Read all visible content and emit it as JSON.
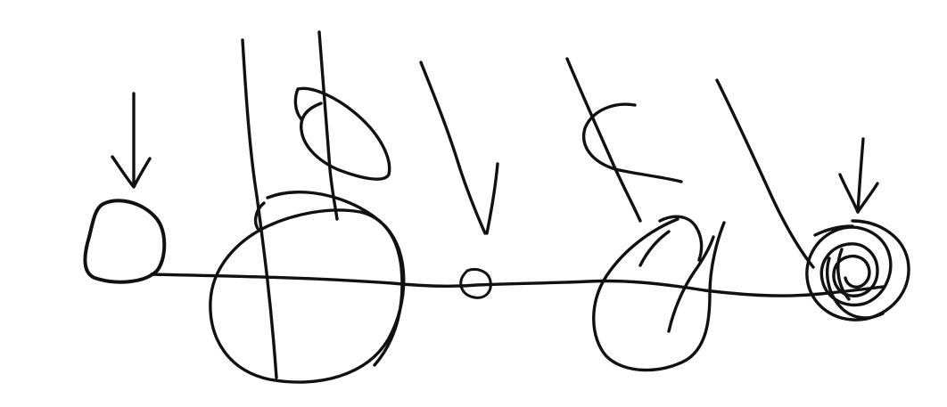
{
  "canvas": {
    "background_color": "#ffffff",
    "ink_color": "#111111",
    "description_kind": "freehand-ink-sketch"
  },
  "sketch": {
    "strokes": [
      {
        "name": "baseline-line"
      },
      {
        "name": "left-filled-blob"
      },
      {
        "name": "left-down-arrow"
      },
      {
        "name": "large-circle"
      },
      {
        "name": "vertical-line-left"
      },
      {
        "name": "vertical-line-right"
      },
      {
        "name": "upper-loop"
      },
      {
        "name": "small-filled-dot"
      },
      {
        "name": "diagonal-arrow-center"
      },
      {
        "name": "diagonal-line-right"
      },
      {
        "name": "c-curve"
      },
      {
        "name": "tear-drop-shape"
      },
      {
        "name": "diagonal-line-far-right"
      },
      {
        "name": "right-down-arrow"
      },
      {
        "name": "spiral-scribble"
      }
    ]
  }
}
